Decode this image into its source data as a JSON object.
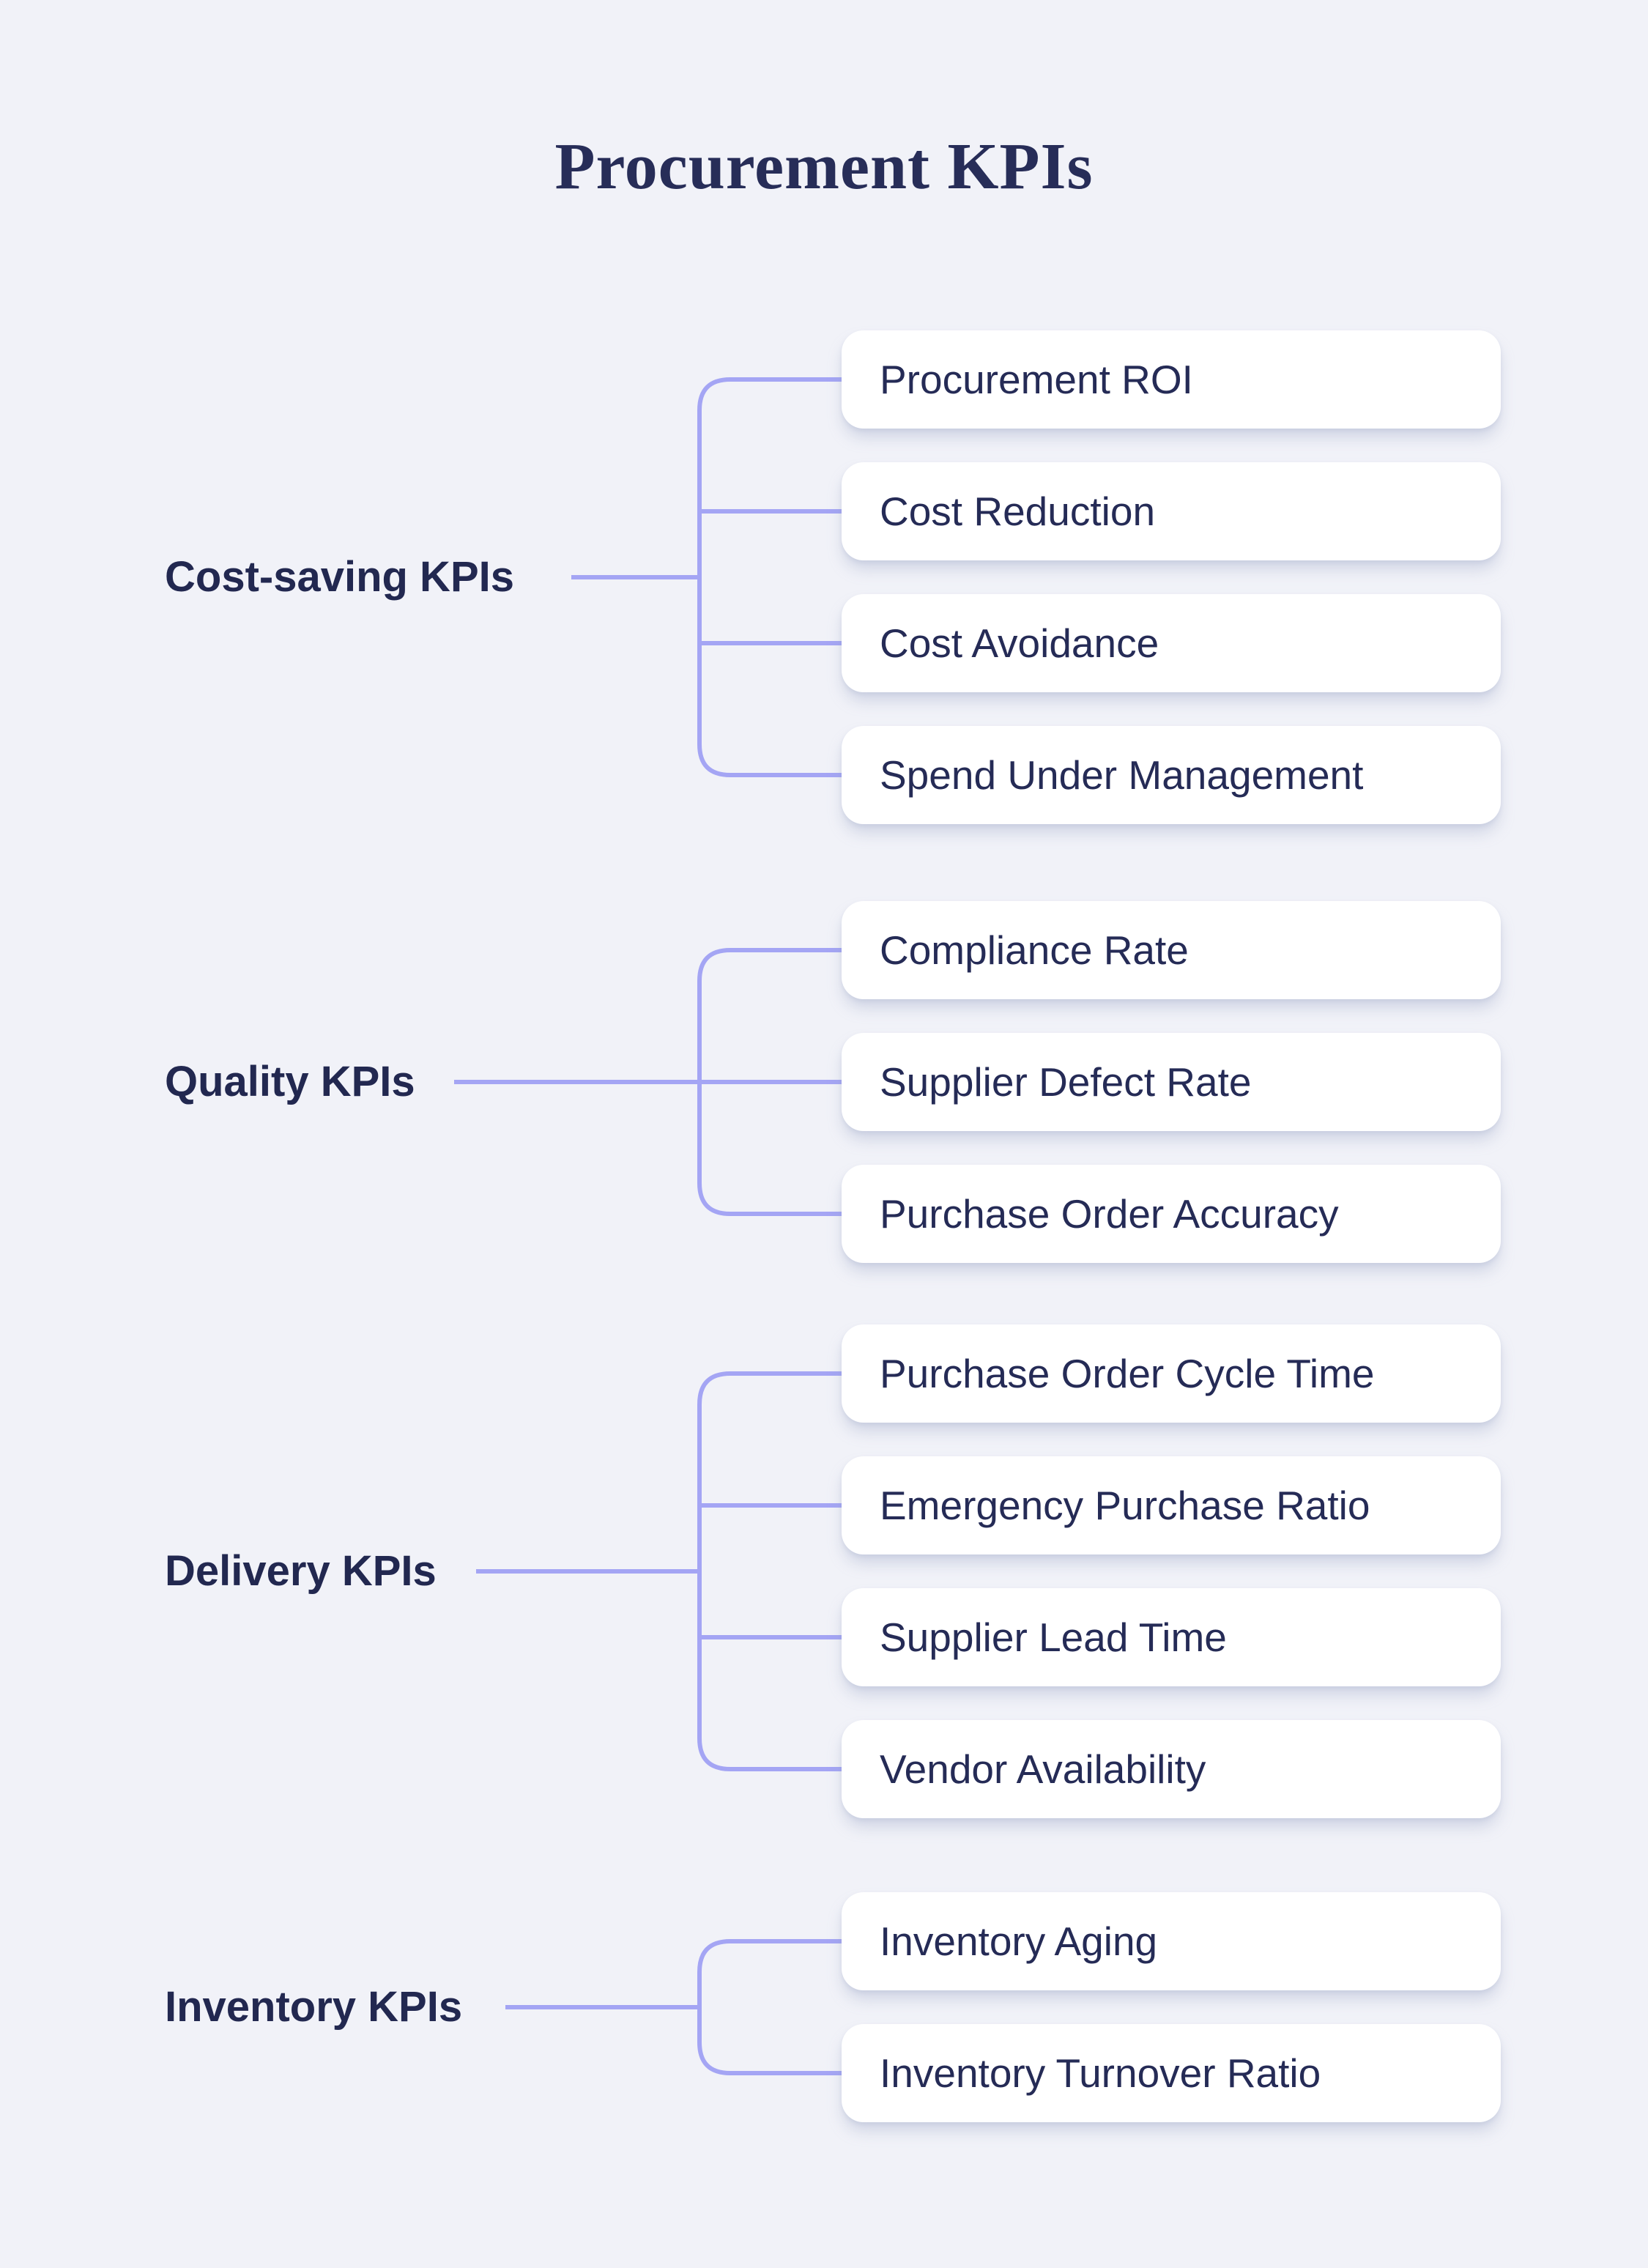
{
  "title": "Procurement KPIs",
  "colors": {
    "background": "#F1F2F8",
    "connector": "#A4A5F4",
    "card_background": "#FFFFFF",
    "text_navy": "#252B56"
  },
  "groups": [
    {
      "label": "Cost-saving KPIs",
      "items": [
        "Procurement ROI",
        "Cost Reduction",
        "Cost Avoidance",
        "Spend Under Management"
      ]
    },
    {
      "label": "Quality KPIs",
      "items": [
        "Compliance Rate",
        "Supplier Defect Rate",
        "Purchase Order Accuracy"
      ]
    },
    {
      "label": "Delivery KPIs",
      "items": [
        "Purchase Order Cycle Time",
        "Emergency Purchase Ratio",
        "Supplier Lead Time",
        "Vendor Availability"
      ]
    },
    {
      "label": "Inventory KPIs",
      "items": [
        "Inventory Aging",
        "Inventory Turnover Ratio"
      ]
    }
  ]
}
